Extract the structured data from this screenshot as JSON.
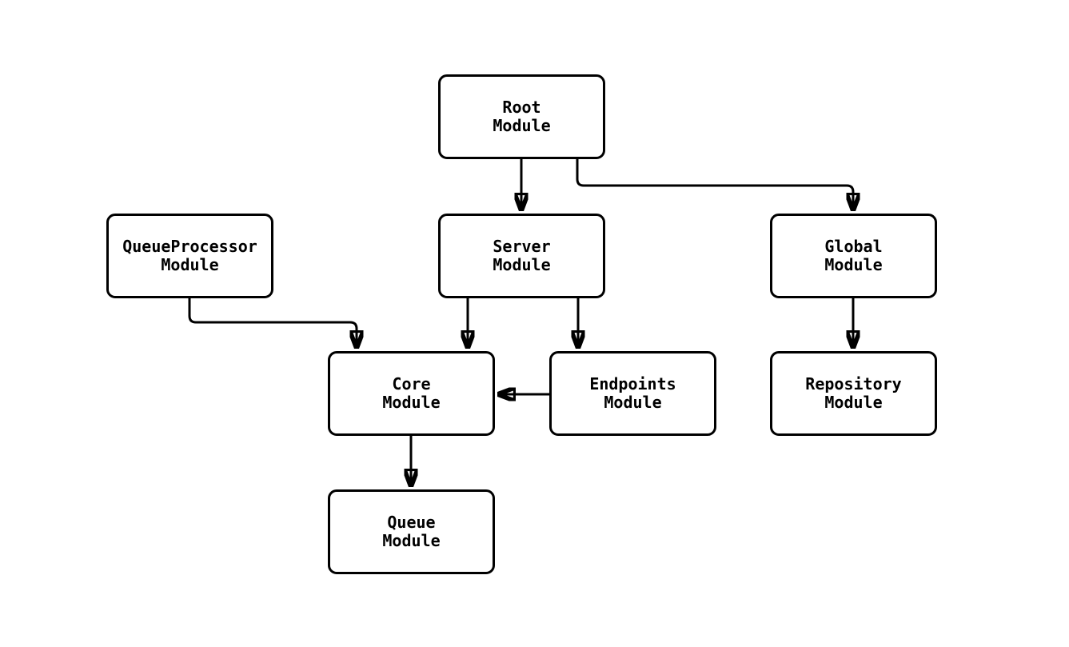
{
  "diagram": {
    "type": "module-dependency-flowchart",
    "background_color": "#ffffff",
    "node_fill_color": "#ffffff",
    "node_border_color": "#000000",
    "edge_color": "#000000",
    "nodes": [
      {
        "id": "root",
        "label": "Root\nModule"
      },
      {
        "id": "queueprocessor",
        "label": "QueueProcessor\nModule"
      },
      {
        "id": "server",
        "label": "Server\nModule"
      },
      {
        "id": "global",
        "label": "Global\nModule"
      },
      {
        "id": "core",
        "label": "Core\nModule"
      },
      {
        "id": "endpoints",
        "label": "Endpoints\nModule"
      },
      {
        "id": "repository",
        "label": "Repository\nModule"
      },
      {
        "id": "queue",
        "label": "Queue\nModule"
      }
    ],
    "edges": [
      {
        "from": "root",
        "to": "server"
      },
      {
        "from": "root",
        "to": "global"
      },
      {
        "from": "queueprocessor",
        "to": "core"
      },
      {
        "from": "server",
        "to": "core"
      },
      {
        "from": "server",
        "to": "endpoints"
      },
      {
        "from": "endpoints",
        "to": "core"
      },
      {
        "from": "global",
        "to": "repository"
      },
      {
        "from": "core",
        "to": "queue"
      }
    ]
  }
}
